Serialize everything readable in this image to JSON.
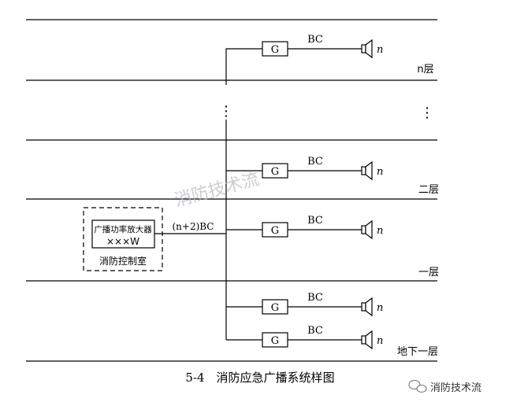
{
  "diagram": {
    "caption": "5-4　消防应急广播系统样图",
    "watermark": "消防技术流",
    "footer_logo_text": "消防技术流",
    "control_room": {
      "amplifier_label": "广播功率放大器",
      "amplifier_power": "×××W",
      "room_label": "消防控制室",
      "trunk_label": "(n+2)BC"
    },
    "floors": [
      {
        "label": "n层",
        "branches": [
          {
            "box": "G",
            "cable": "BC",
            "speaker": "n"
          }
        ]
      },
      {
        "label": "二层",
        "branches": [
          {
            "box": "G",
            "cable": "BC",
            "speaker": "n"
          }
        ]
      },
      {
        "label": "一层",
        "branches": [
          {
            "box": "G",
            "cable": "BC",
            "speaker": "n"
          }
        ]
      },
      {
        "label": "地下一层",
        "branches": [
          {
            "box": "G",
            "cable": "BC",
            "speaker": "n"
          },
          {
            "box": "G",
            "cable": "BC",
            "speaker": "n"
          }
        ]
      }
    ],
    "ellipsis": "⋮"
  }
}
